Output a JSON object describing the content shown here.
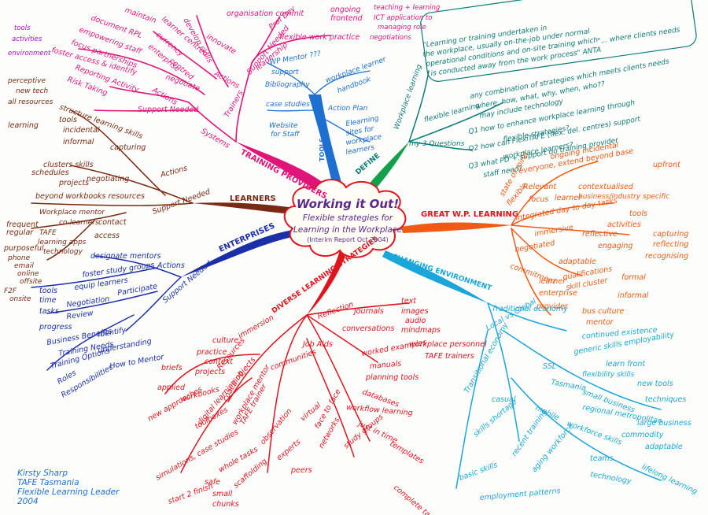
{
  "center": {
    "title": "Working it Out!",
    "subtitle_line1": "Flexible strategies for",
    "subtitle_line2": "Learning in the Workplace",
    "subtitle_line3": "(Interim Report Oct 2004)"
  },
  "author": {
    "line1": "Kirsty Sharp",
    "line2": "TAFE Tasmania",
    "line3": "Flexible Learning Leader",
    "line4": "2004"
  },
  "colors": {
    "training_providers": "#e0157a",
    "learners": "#7a2a12",
    "enterprises": "#1a2fa8",
    "diverse": "#e0141e",
    "changing": "#1aa6d8",
    "great": "#f05a14",
    "define": "#0e7a78",
    "tools": "#1d6fd0",
    "purple": "#8a1ac8"
  },
  "branches": {
    "training_providers": "TRAINING PROVIDERS",
    "learners": "LEARNERS",
    "enterprises": "ENTERPRISES",
    "diverse": "DIVERSE LEARNING STRATEGIES",
    "changing": "CHANGING ENVIRONMENT",
    "great": "GREAT W.P. LEARNING",
    "define": "DEFINE",
    "tools": "TOOLS"
  },
  "tp": {
    "systems": "Systems",
    "trainers": "Trainers",
    "actions1": "Actions",
    "actions2": "Actions",
    "support_needed1": "Support Needed",
    "support_needed2": "Support Needed",
    "prof_dev": "Prof Dev",
    "leadership": "leadership",
    "innovate": "innovate",
    "develop_skills": "develop skills",
    "maintain": "maintain",
    "learner_centred": "learner centred",
    "currency": "currency",
    "enterprise": "enterprise",
    "centred": "centred",
    "negotiate": "negotiate",
    "org_commit": "organisation commit",
    "ongoing": "ongoing",
    "frontend": "frontend",
    "flex_practice": "flexible work practice",
    "teach_learn": "teaching + learning",
    "ict": "ICT application to",
    "managing": "managing role",
    "negotiations": "negotiations",
    "document_rpl": "document RPL",
    "empowering": "empowering staff",
    "focus_partnerships": "focus partnerships",
    "foster_access": "foster access & identify",
    "reporting": "Reporting Activity",
    "risk_taking": "Risk Taking",
    "tools": "tools",
    "activities": "activities",
    "environment": "environment"
  },
  "tools": {
    "wp_mentor": "WP Mentor ???",
    "support": "support",
    "bibliography": "Bibliography",
    "workplace_learner": "workplace learner",
    "handbook": "handbook",
    "case_studies": "case studies",
    "action_plan": "Action Plan",
    "website": "Website",
    "for_staff": "for Staff",
    "elearning": "Elearning",
    "sites_for": "sites for",
    "workplace": "workplace",
    "learners": "learners"
  },
  "define": {
    "workplace_learning": "Workplace learning",
    "flexible_learning": "flexible learning",
    "my3": "my 3 Questions",
    "def1": "\"Learning or training undertaken in",
    "def2": "the workplace, usually on-the-job under normal",
    "def3": "operational conditions and on-site training which",
    "def4": "is conducted away from the work process\" ANTA",
    "def5": "\"... where clients needs",
    "fl1": "any combination of strategies which meets clients needs",
    "fl2": "where, how, what, why, when, who??",
    "fl3": "may include technology",
    "q1": "Q1 how to enhance workplace learning through",
    "q1b": "flexible strategies?",
    "q2": "Q2 how can FlexiTAFE (flex. del. centres) support",
    "q2b": "workplace learners?",
    "q3": "Q3 what PD + support do training provider",
    "q3b": "staff need?"
  },
  "great": {
    "state_of_mind": "state of mind",
    "ongoing_incidental": "ongoing incidental",
    "everyone": "everyone, extend beyond base",
    "upfront": "upfront",
    "flexible": "flexible",
    "relevant": "Relevant",
    "contextualised": "contextualised",
    "business": "business/industry specific",
    "focus": "focus",
    "learner": "learner",
    "integrated": "integrated day to day tasks",
    "tools": "tools",
    "activities": "activities",
    "immersive": "immersive",
    "reflective": "reflective",
    "engaging": "engaging",
    "negotiated": "negotiated",
    "capturing": "capturing",
    "reflecting": "reflecting",
    "recognising": "recognising",
    "commitment": "commitment",
    "adaptable": "adaptable",
    "qualifications": "qualifications",
    "skill_cluster": "skill cluster",
    "formal": "formal",
    "informal": "informal",
    "learner2": "learner",
    "enterprise": "enterprise",
    "provider": "provider",
    "bus_culture": "bus culture",
    "mentor": "mentor"
  },
  "learners": {
    "actions": "Actions",
    "support_needed": "Support Needed",
    "structure": "structure learning skills",
    "tools": "tools",
    "learning": "learning",
    "incidental": "incidental",
    "informal": "informal",
    "capturing": "capturing",
    "clusters_skills": "clusters skills",
    "negotiating": "negotiating",
    "schedules": "schedules",
    "projects": "projects",
    "beyond_workbooks": "beyond workbooks resources",
    "workplace_mentor": "Workplace mentor",
    "co_learners": "co-learners",
    "contact": "contact",
    "tafe": "TAFE",
    "learning_apps": "learning apps",
    "technology": "technology",
    "access": "access",
    "frequent": "frequent",
    "regular": "regular",
    "purposeful": "purposeful",
    "phone": "phone",
    "email": "email",
    "online": "online",
    "offsite": "offsite",
    "f2f": "F2F",
    "onsite": "onsite",
    "perceptive": "perceptive",
    "new_tech": "new tech",
    "all_resources": "all resources"
  },
  "enterprises": {
    "actions": "Actions",
    "support_needed": "Support Needed",
    "designate_mentors": "designate mentors",
    "foster_study": "foster study groups",
    "equip_learners": "equip learners",
    "participate": "Participate",
    "tools": "tools",
    "time": "time",
    "tasks": "tasks",
    "negotiation": "Negotiation",
    "review": "Review",
    "progress": "progress",
    "business_benefits": "Business Benefits",
    "identify": "Identify",
    "training_needs": "Training Needs",
    "understanding": "understanding",
    "training_options": "Training Options",
    "how_mentor": "How to Mentor",
    "roles": "Roles",
    "responsibilities": "Responsibilities"
  },
  "diverse": {
    "immersion": "immersion",
    "resources": "Resources",
    "reflection": "Reflection",
    "job_aids": "Job Aids",
    "communities": "communities",
    "coaching": "coaching",
    "culture": "culture",
    "practice": "practice",
    "context": "context",
    "projects": "projects",
    "briefs": "briefs",
    "applied": "applied",
    "workbooks": "workbooks",
    "new_approaches": "new approaches",
    "digital_learning": "digital learning objects",
    "toolboxes": "toolboxes",
    "workplace_mentor": "workplace mentor",
    "tafe_trainer": "TAFE trainer",
    "journals": "journals",
    "conversations": "conversations",
    "text": "text",
    "images": "images",
    "audio": "audio",
    "mindmaps": "mindmaps",
    "workplace_personnel": "workplace personnel",
    "tafe_trainers": "TAFE trainers",
    "worked_examples": "worked examples",
    "manuals": "manuals",
    "planning_tools": "planning tools",
    "databases": "databases",
    "workflow": "workflow learning",
    "just_in_time": "just in time",
    "templates": "templates",
    "virtual": "virtual",
    "face_to_face": "face to face",
    "networks": "networks",
    "study_groups": "study groups",
    "experts": "experts",
    "peers": "peers",
    "observation": "observation",
    "simulations": "simulations, case studies",
    "start_finish": "start 2 finish",
    "whole_tasks": "whole tasks",
    "scaffolding": "scaffolding",
    "safe": "safe",
    "small": "small",
    "chunks": "chunks",
    "complete_tasks": "complete tasks"
  },
  "changing": {
    "traditional": "Traditional economy",
    "local_global": "Local vs Global",
    "transitional": "Transitional economy",
    "continued": "continued existence",
    "generic": "generic skills employability",
    "learn_front": "learn front",
    "ssl": "SSL",
    "tasmania": "Tasmania",
    "small_business": "small business",
    "new_tools": "new tools",
    "techniques": "techniques",
    "flexibility": "flexibility skills",
    "large_business": "large business",
    "regional": "regional metropolitan",
    "casual": "casual",
    "mobile": "mobile",
    "workforce": "workforce skills",
    "commodity": "commodity",
    "adaptable": "adaptable",
    "lifelong": "lifelong learning",
    "skills_shortage": "skills shortage",
    "recent_training": "recent training",
    "aging": "aging workforce",
    "teams": "teams",
    "technology": "technology",
    "basic_skills": "basic skills",
    "employment": "employment patterns"
  }
}
